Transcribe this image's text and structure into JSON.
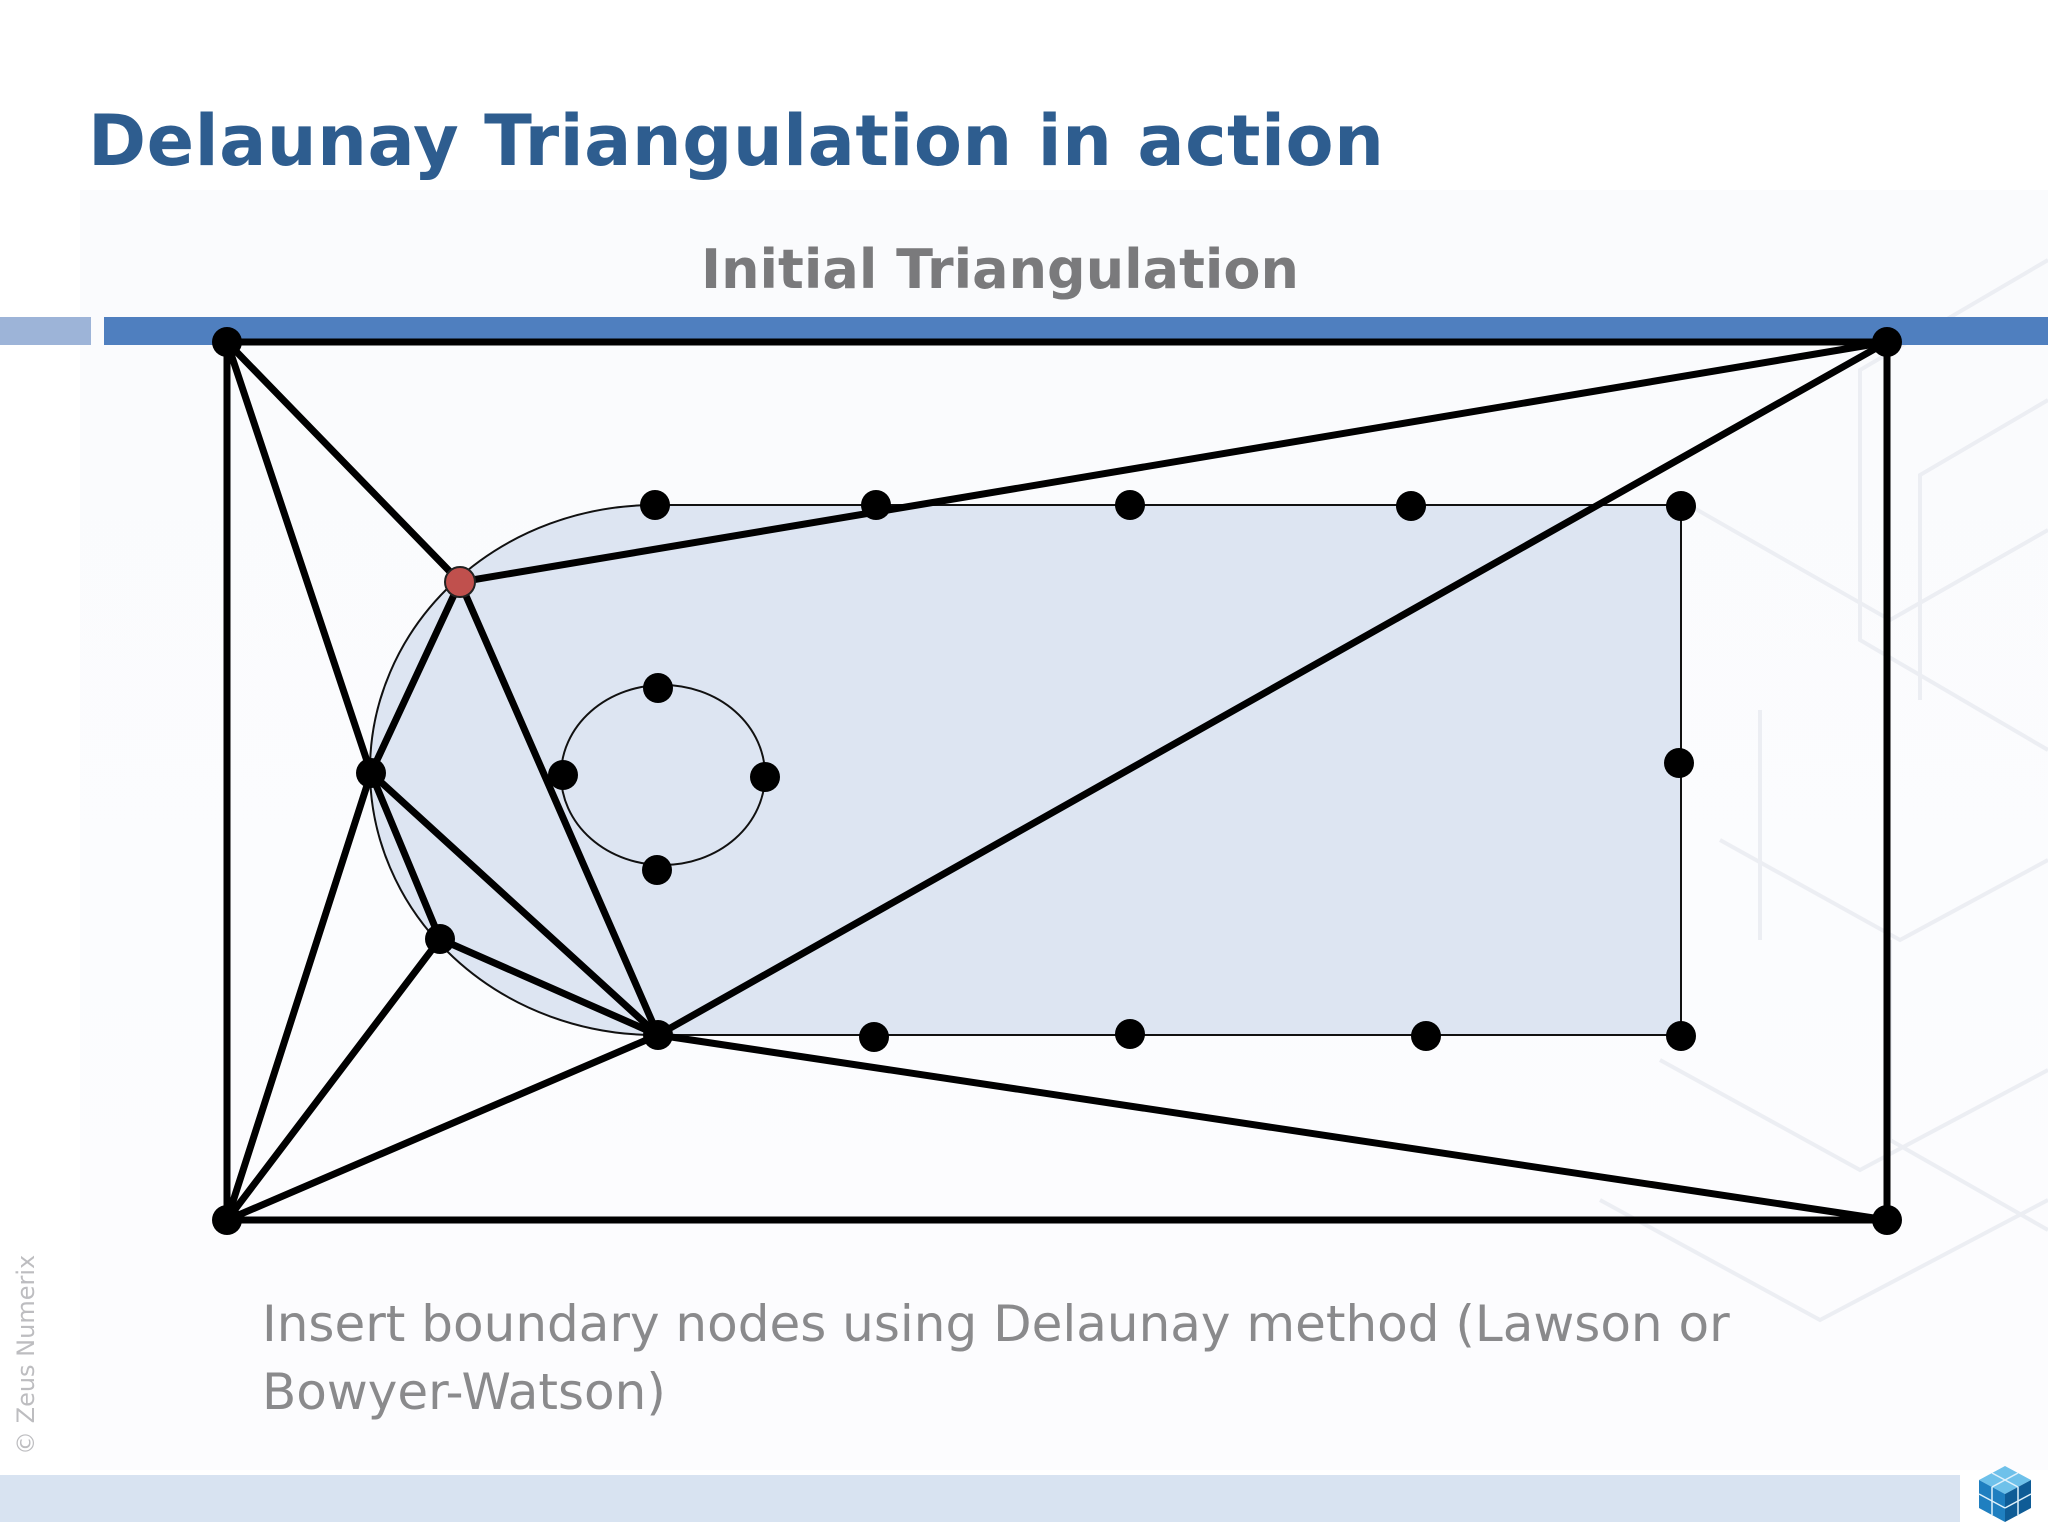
{
  "slide": {
    "title": "Delaunay Triangulation in action",
    "subtitle": "Initial Triangulation",
    "caption": "Insert boundary nodes using Delaunay method (Lawson or Bowyer-Watson)",
    "copyright": "© Zeus Numerix"
  },
  "colors": {
    "title": "#2e5d8f",
    "accent_bar": "#4f7fbf",
    "accent_bar_light": "#9db4d8",
    "domain_fill": "#dde5f2",
    "node": "#000000",
    "active_node": "#c0504d",
    "footer_bar": "#d8e3f1"
  },
  "icons": [
    "zeus-numerix-cube-logo"
  ]
}
